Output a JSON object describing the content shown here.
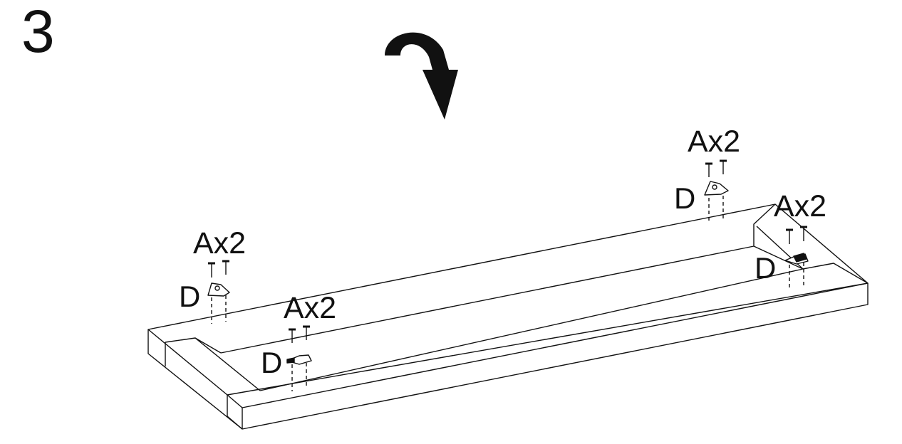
{
  "step": "3",
  "callouts": [
    {
      "quantity": "Ax2",
      "part": "D"
    },
    {
      "quantity": "Ax2",
      "part": "D"
    },
    {
      "quantity": "Ax2",
      "part": "D"
    },
    {
      "quantity": "Ax2",
      "part": "D"
    }
  ],
  "icons": {
    "rotate": "flip-arrow-icon",
    "screw": "screw-icon",
    "bracket": "corner-bracket-icon"
  },
  "colors": {
    "ink": "#111111",
    "background": "#ffffff"
  }
}
